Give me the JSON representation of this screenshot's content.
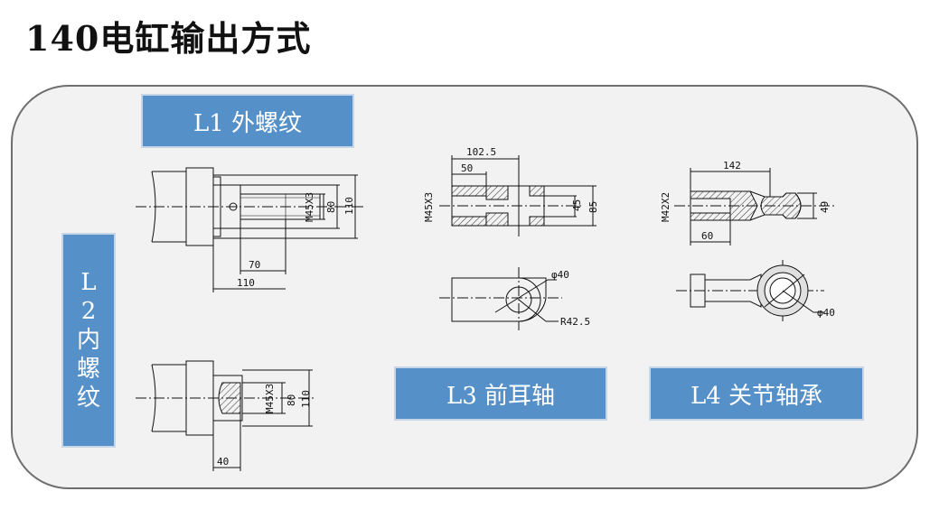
{
  "title": "140电缸输出方式",
  "labels": {
    "l1": "L1  外螺纹",
    "l2": [
      "L",
      "2",
      "内",
      "螺",
      "纹"
    ],
    "l3": "L3  前耳轴",
    "l4": "L4  关节轴承"
  },
  "dims": {
    "l1": {
      "thread": "M45X3",
      "d80": "80",
      "d110": "110",
      "len70": "70",
      "len110": "110"
    },
    "l2": {
      "thread": "M45X3",
      "d80": "80",
      "d110": "110",
      "len40": "40"
    },
    "l3": {
      "thread": "M45X3",
      "len102": "102.5",
      "len50": "50",
      "d45": "45",
      "d85": "85",
      "hole": "φ40",
      "radius": "R42.5"
    },
    "l4": {
      "thread": "M42X2",
      "len142": "142",
      "len60": "60",
      "d49": "49",
      "hole": "φ40"
    }
  },
  "colors": {
    "label_bg": "#5590c8",
    "panel_bg": "#f2f2f2",
    "panel_border": "#6e6e6e"
  }
}
